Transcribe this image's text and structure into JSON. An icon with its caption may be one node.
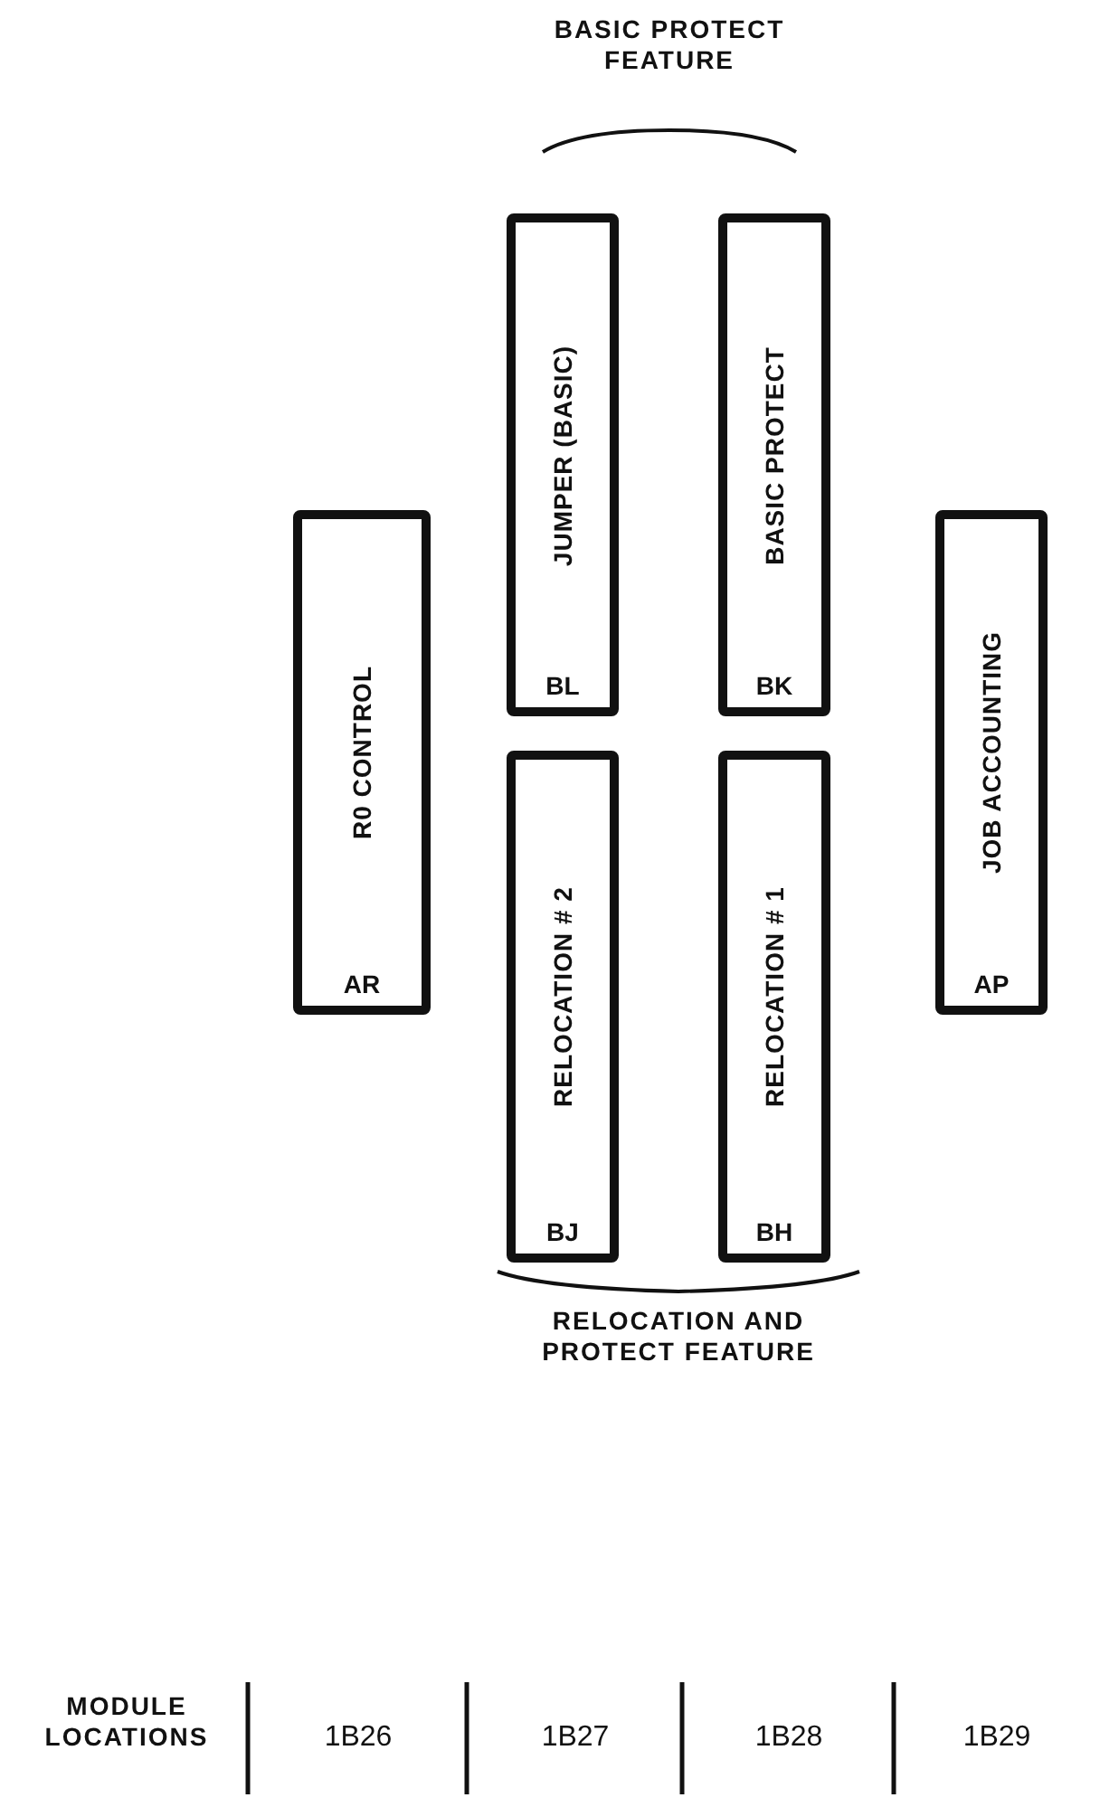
{
  "diagram": {
    "nodes": [
      {
        "text": [
          "JUMPER (BASIC)",
          "BL"
        ]
      },
      {
        "text": [
          "BASIC PROTECT",
          "BK"
        ]
      },
      {
        "text": [
          "R0 CONTROL",
          "AR"
        ]
      },
      {
        "text": [
          "JOB ACCOUNTING",
          "AP"
        ]
      },
      {
        "text": [
          "RELOCATION # 2",
          "BJ"
        ]
      },
      {
        "text": [
          "RELOCATION # 1",
          "BH"
        ]
      }
    ],
    "labels": [
      "BASIC PROTECT FEATURE",
      "RELOCATION AND PROTECT FEATURE",
      "MODULE LOCATIONS",
      "1B26",
      "1B27",
      "1B28",
      "1B29"
    ]
  }
}
